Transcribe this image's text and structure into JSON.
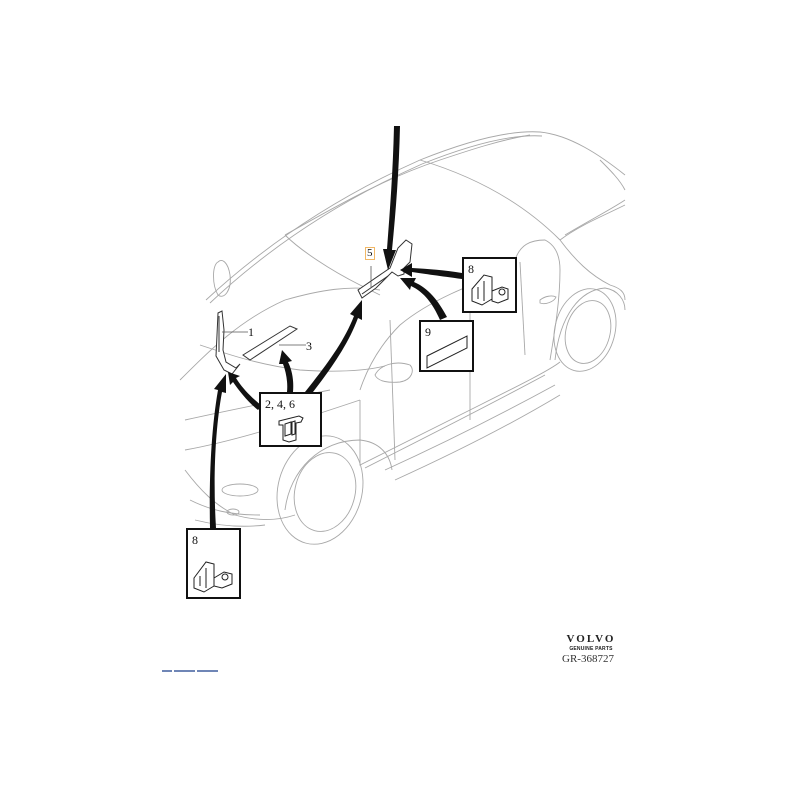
{
  "diagram": {
    "type": "parts-exploded-view",
    "subject": "sedan car with windshield trim and clip locations",
    "callouts": [
      {
        "id": "1",
        "label": "1"
      },
      {
        "id": "3",
        "label": "3"
      },
      {
        "id": "5",
        "label": "5",
        "highlighted": true,
        "highlight_color": "#f2b866"
      }
    ],
    "detail_boxes": [
      {
        "id": "box-2-4-6",
        "label": "2, 4, 6",
        "part": "clip"
      },
      {
        "id": "box-8-top",
        "label": "8",
        "part": "bracket clip"
      },
      {
        "id": "box-9",
        "label": "9",
        "part": "adhesive strip"
      },
      {
        "id": "box-8-bottom",
        "label": "8",
        "part": "bracket clip"
      }
    ]
  },
  "brand": {
    "logo": "VOLVO",
    "subtitle": "GENUINE PARTS",
    "code": "GR-368727"
  },
  "pager": {
    "segments": 3,
    "color": "#6f86b6"
  },
  "colors": {
    "line": "#9a9a9a",
    "ink": "#111111",
    "background": "#ffffff"
  }
}
